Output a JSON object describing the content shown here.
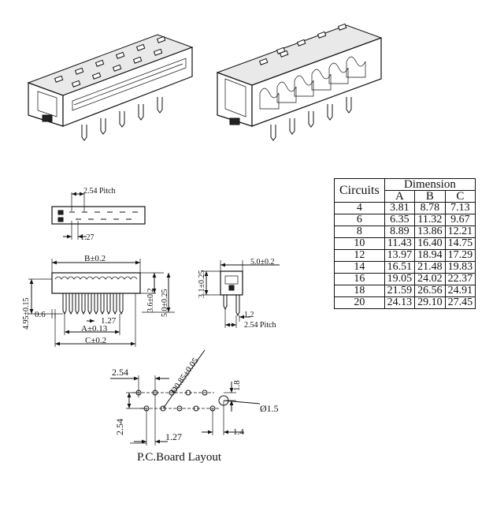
{
  "labels": {
    "pitch_top": "2.54 Pitch",
    "dim_127_top": "1.27",
    "dim_b": "B±0.2",
    "dim_a": "A±0.13",
    "dim_c": "C±0.2",
    "dim_127_mid": "1.27",
    "dim_06": "0.6",
    "dim_495": "4.95±0.15",
    "dim_36": "3.6±0.2",
    "dim_50_side": "5.0±0.25",
    "dim_50_top": "5.0±0.2",
    "dim_31": "3.1±0.25",
    "dim_12": "1.2",
    "pitch_side": "2.54 Pitch",
    "pcb_254_h": "2.54",
    "pcb_254_v": "2.54",
    "pcb_085": "Ø0.85±0.05",
    "pcb_18": "1.8",
    "pcb_15": "Ø1.5",
    "pcb_127": "1.27",
    "pcb_14": "1.4",
    "pcb_title": "P.C.Board Layout"
  },
  "table": {
    "head_circuits": "Circuits",
    "head_dimension": "Dimension",
    "cols": [
      "A",
      "B",
      "C"
    ],
    "rows": [
      {
        "circuits": "4",
        "a": "3.81",
        "b": "8.78",
        "c": "7.13"
      },
      {
        "circuits": "6",
        "a": "6.35",
        "b": "11.32",
        "c": "9.67"
      },
      {
        "circuits": "8",
        "a": "8.89",
        "b": "13.86",
        "c": "12.21"
      },
      {
        "circuits": "10",
        "a": "11.43",
        "b": "16.40",
        "c": "14.75"
      },
      {
        "circuits": "12",
        "a": "13.97",
        "b": "18.94",
        "c": "17.29"
      },
      {
        "circuits": "14",
        "a": "16.51",
        "b": "21.48",
        "c": "19.83"
      },
      {
        "circuits": "16",
        "a": "19.05",
        "b": "24.02",
        "c": "22.37"
      },
      {
        "circuits": "18",
        "a": "21.59",
        "b": "26.56",
        "c": "24.91"
      },
      {
        "circuits": "20",
        "a": "24.13",
        "b": "29.10",
        "c": "27.45"
      }
    ]
  }
}
